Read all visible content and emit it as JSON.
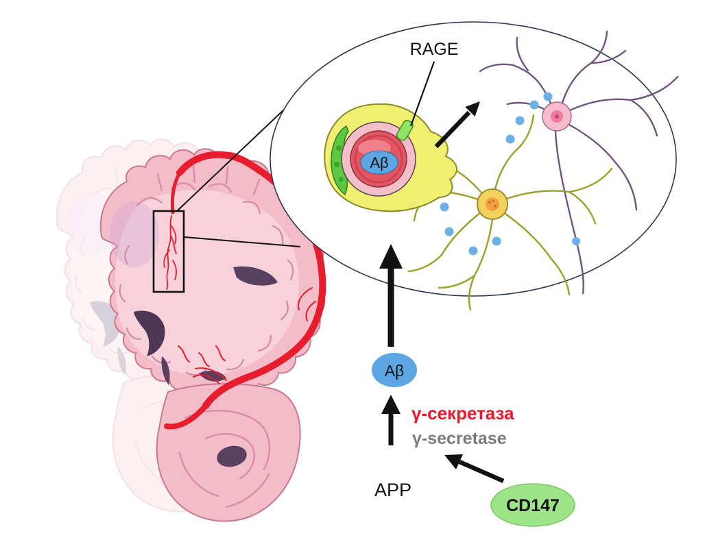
{
  "figure": {
    "description_role": "schematic-of-amyloid-beta-pathway-in-brain",
    "inset": {
      "rage_label": "RAGE",
      "abeta_vessel_label": "Aβ"
    },
    "pathway": {
      "abeta_label": "Aβ",
      "secretase_ru": "γ-секретаза",
      "secretase_en": "γ-secretase",
      "app_label": "APP",
      "cd147_label": "CD147"
    },
    "colors": {
      "artery_red": "#e71c2c",
      "brain_pink": "#f4bcc8",
      "brain_inner_pink": "#f8d9e0",
      "sulci_pink": "#d78fa5",
      "ventricle_purple": "#4e3656",
      "secretase_red": "#e8192c",
      "secretase_gray": "#7b7b7b",
      "abeta_blue": "#5ca6e3",
      "cd147_green": "#9be487",
      "vessel_yellow": "#f1ef72",
      "vessel_green": "#5cc742",
      "vessel_wall_pink": "#f3bfc9",
      "vessel_core_red": "#e25661",
      "deposit_blue": "#6db0e6",
      "arrow_black": "#111111"
    }
  }
}
